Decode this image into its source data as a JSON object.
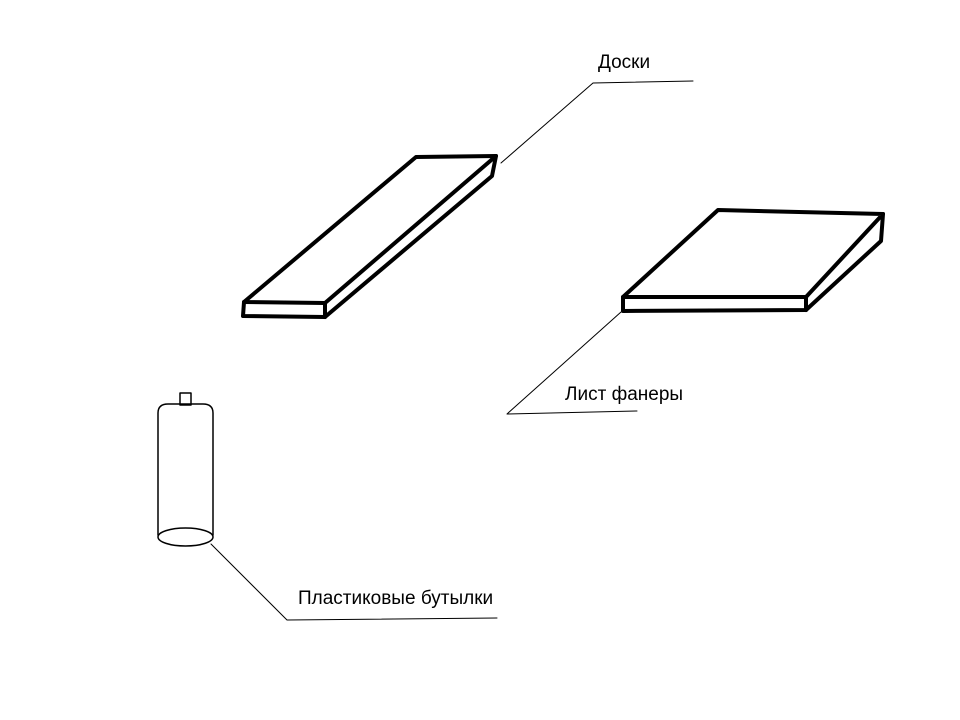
{
  "labels": {
    "boards": "Доски",
    "plywood": "Лист фанеры",
    "bottles": "Пластиковые бутылки"
  },
  "colors": {
    "background": "#ffffff",
    "stroke": "#000000"
  }
}
